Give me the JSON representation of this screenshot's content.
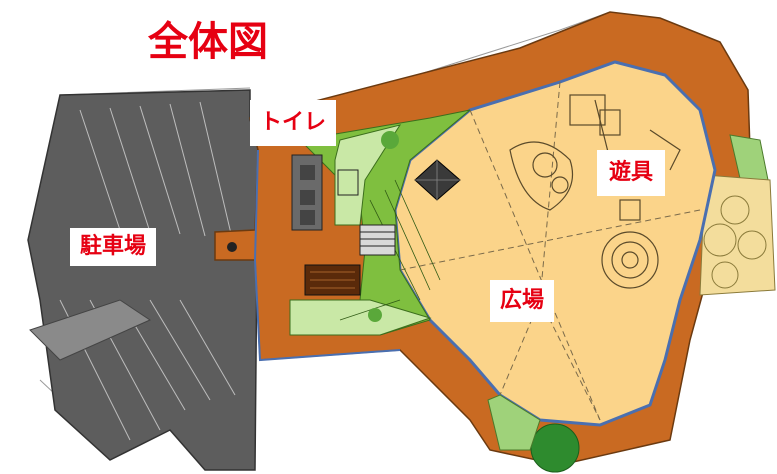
{
  "map": {
    "title": "全体図",
    "labels": {
      "toilet": "トイレ",
      "parking": "駐車場",
      "playground": "遊具",
      "plaza": "広場"
    },
    "colors": {
      "title_red": "#e60012",
      "path_orange": "#c96a22",
      "plaza_sand": "#fbd48a",
      "lawn_green": "#7fbf3f",
      "light_green": "#c9e8a6",
      "parking_gray": "#5d5d5d",
      "border_blue": "#4a6fb0",
      "tree_green": "#2e8b2e"
    }
  }
}
